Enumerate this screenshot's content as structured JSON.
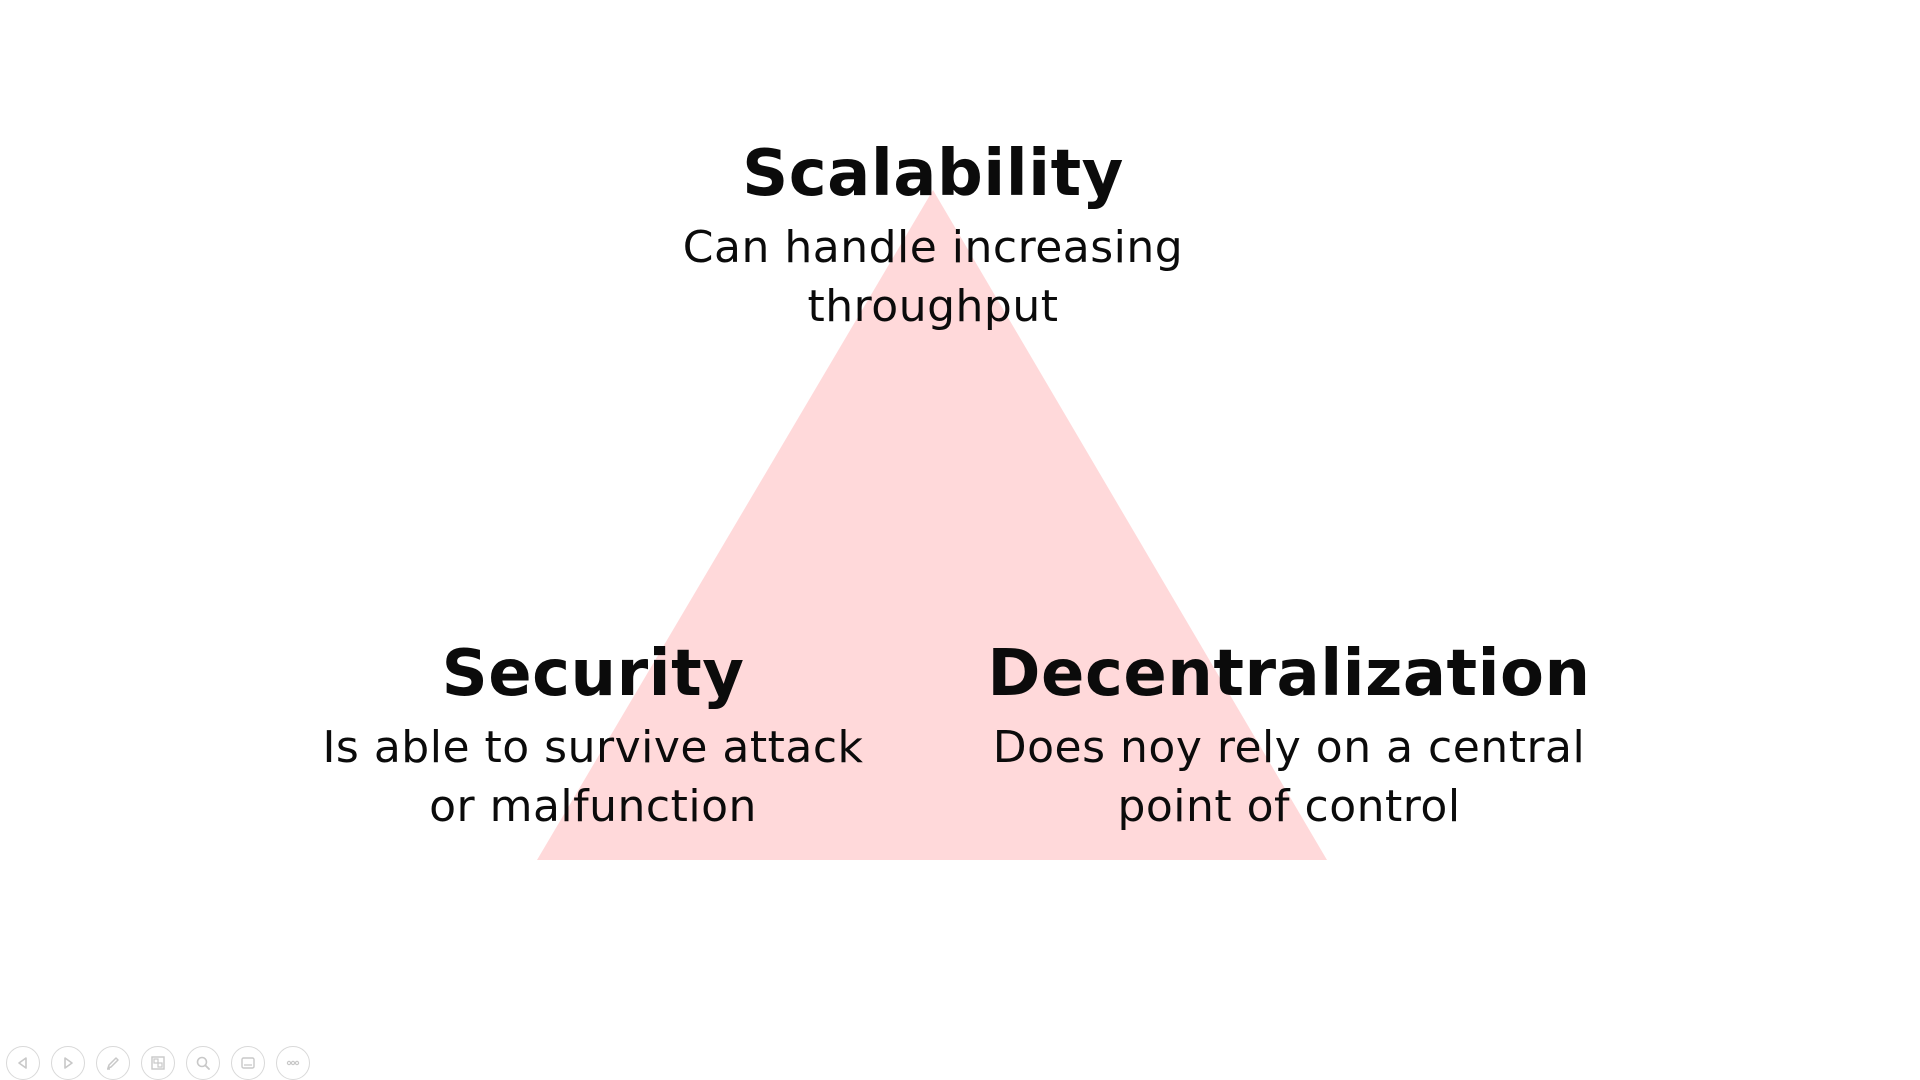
{
  "colors": {
    "triangle_fill": "#ffd9da",
    "text": "#0b0b0b",
    "toolbar_icon": "#c8c8c8"
  },
  "diagram": {
    "type": "triangle",
    "vertices": [
      {
        "title": "Scalability",
        "description_lines": [
          "Can handle increasing",
          "throughput"
        ]
      },
      {
        "title": "Security",
        "description_lines": [
          "Is able to survive attack",
          "or malfunction"
        ]
      },
      {
        "title": "Decentralization",
        "description_lines": [
          "Does noy rely on a central",
          "point of control"
        ]
      }
    ]
  },
  "toolbar": {
    "buttons": [
      {
        "icon": "previous-slide-icon"
      },
      {
        "icon": "next-slide-icon"
      },
      {
        "icon": "pen-icon"
      },
      {
        "icon": "slide-grid-icon"
      },
      {
        "icon": "zoom-icon"
      },
      {
        "icon": "subtitles-icon"
      },
      {
        "icon": "more-options-icon"
      }
    ]
  }
}
